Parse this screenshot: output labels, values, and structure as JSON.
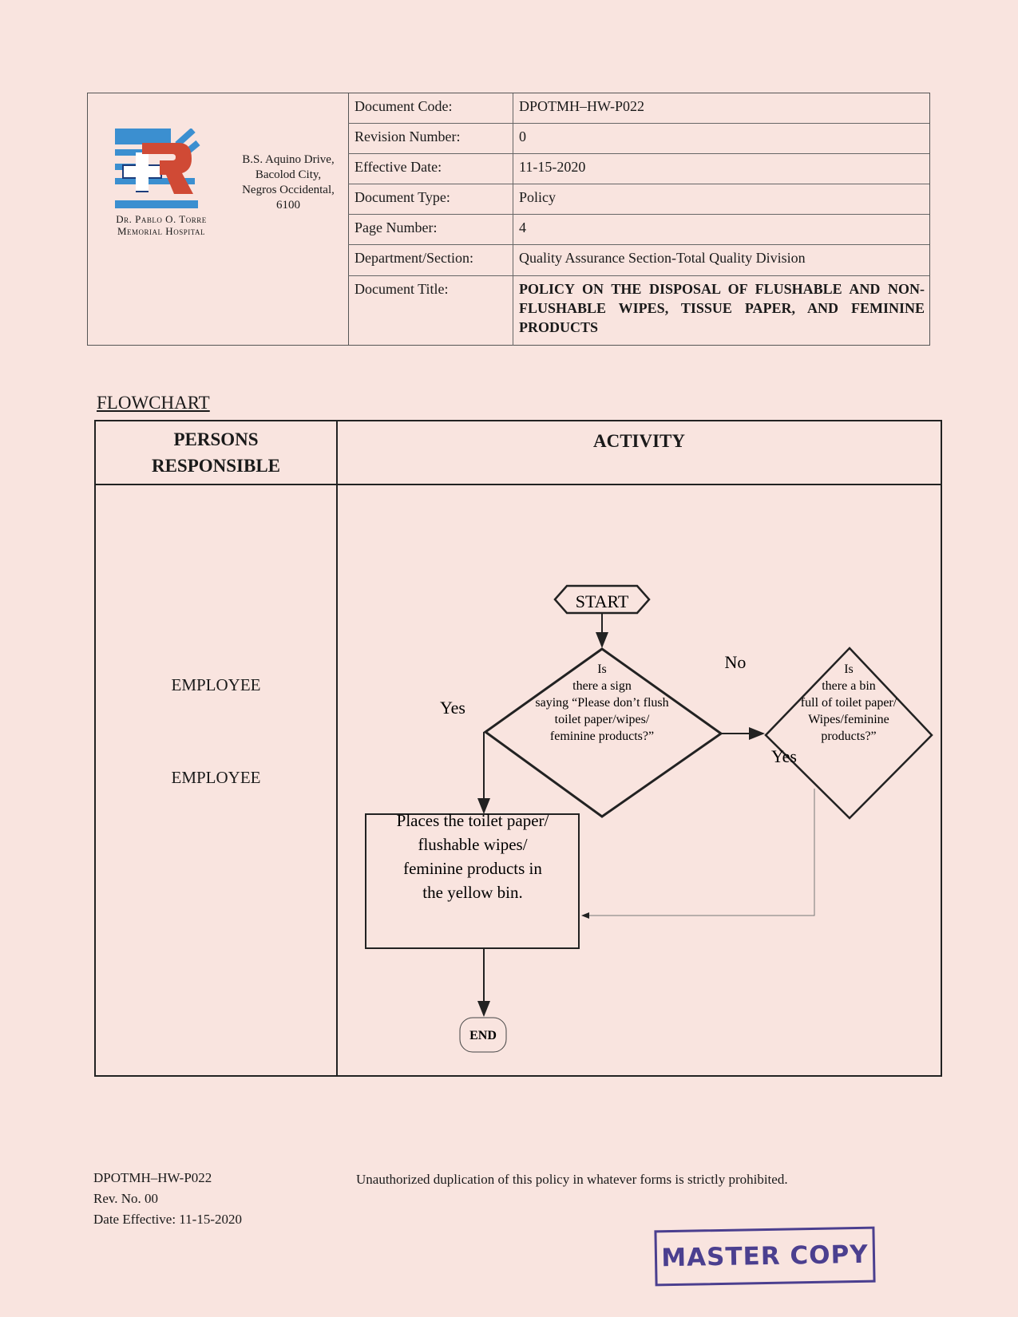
{
  "header": {
    "hospital_name": "Dr. Pablo O. Torre Memorial Hospital",
    "address": [
      "B.S. Aquino Drive,",
      "Bacolod City,",
      "Negros Occidental,",
      "6100"
    ],
    "rows": [
      {
        "label": "Document Code:",
        "value": "DPOTMH–HW-P022"
      },
      {
        "label": "Revision Number:",
        "value": "0"
      },
      {
        "label": "Effective Date:",
        "value": "11-15-2020"
      },
      {
        "label": "Document Type:",
        "value": "Policy"
      },
      {
        "label": "Page Number:",
        "value": "4"
      },
      {
        "label": "Department/Section:",
        "value": "Quality Assurance Section-Total Quality Division"
      },
      {
        "label": "Document Title:",
        "value": "POLICY ON THE DISPOSAL OF FLUSHABLE AND NON-FLUSHABLE WIPES, TISSUE PAPER, AND FEMININE PRODUCTS"
      }
    ]
  },
  "flowchart": {
    "heading": "FLOWCHART",
    "col_persons": [
      "PERSONS",
      "RESPONSIBLE"
    ],
    "col_activity": "ACTIVITY",
    "persons": [
      "EMPLOYEE",
      "EMPLOYEE"
    ],
    "start": "START",
    "decision1": [
      "Is",
      "there a sign",
      "saying “Please don’t flush",
      "toilet paper/wipes/",
      "feminine products?”"
    ],
    "decision2": [
      "Is",
      "there a bin",
      "full of  toilet paper/",
      "Wipes/feminine",
      "products?”"
    ],
    "no_label": "No",
    "yes_label_1": "Yes",
    "yes_label_2": "Yes",
    "process": [
      "Places the toilet paper/",
      "flushable wipes/",
      "feminine products in",
      "the yellow bin."
    ],
    "end": "END"
  },
  "footer": {
    "code": "DPOTMH–HW-P022",
    "rev": "Rev. No. 00",
    "date": "Date Effective:  11-15-2020",
    "notice": "Unauthorized duplication of this policy in whatever forms is strictly prohibited.",
    "stamp": "MASTER COPY"
  }
}
